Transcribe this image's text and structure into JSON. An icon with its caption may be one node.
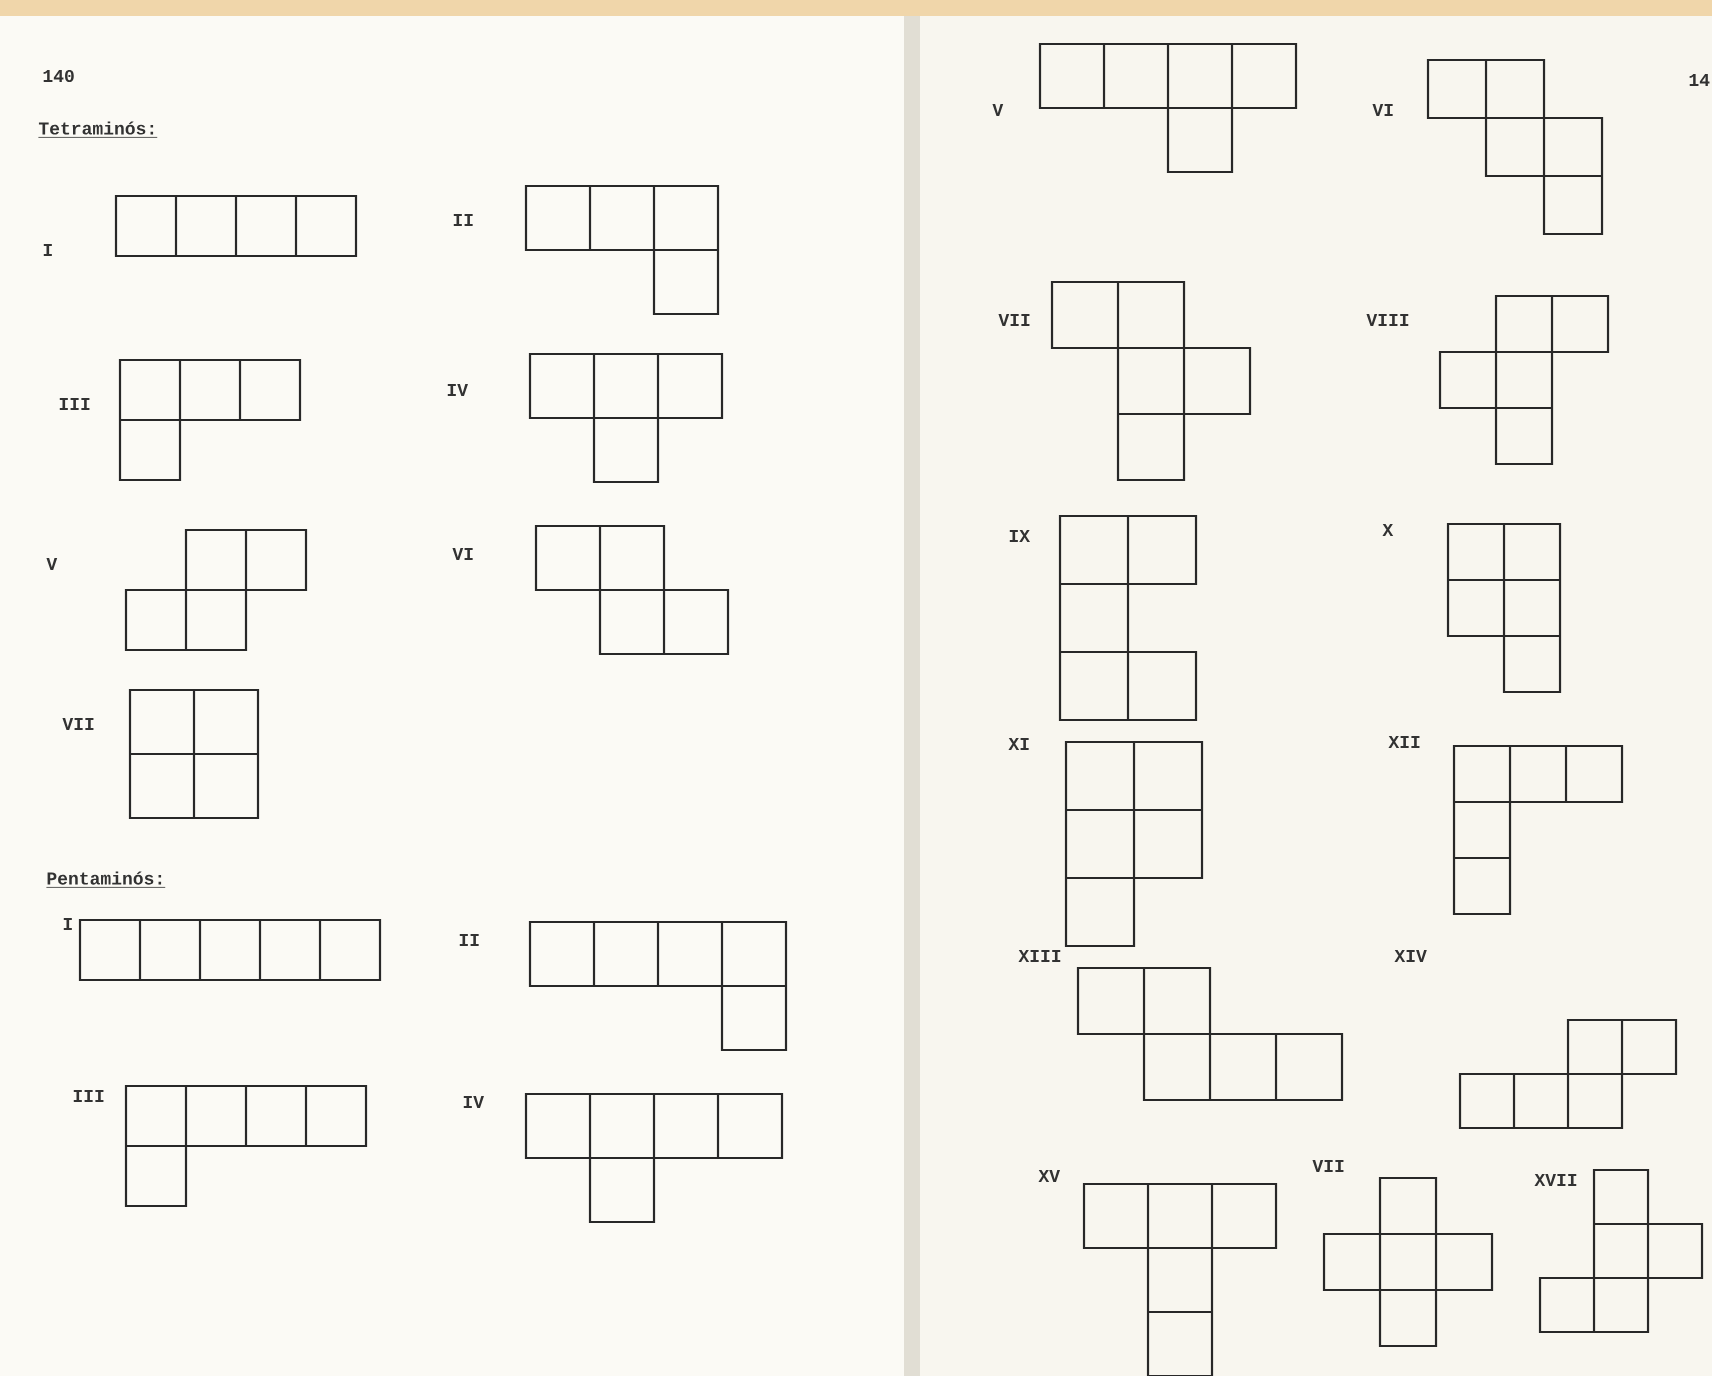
{
  "diagram": {
    "labels": [
      "140",
      "Tetraminós:",
      "I",
      "II",
      "III",
      "IV",
      "V",
      "VI",
      "VII",
      "Pentaminós:",
      "I",
      "II",
      "III",
      "IV",
      "14",
      "V",
      "VI",
      "VII",
      "VIII",
      "IX",
      "X",
      "XI",
      "XII",
      "XIII",
      "XIV",
      "XV",
      "VII",
      "XVII"
    ]
  }
}
